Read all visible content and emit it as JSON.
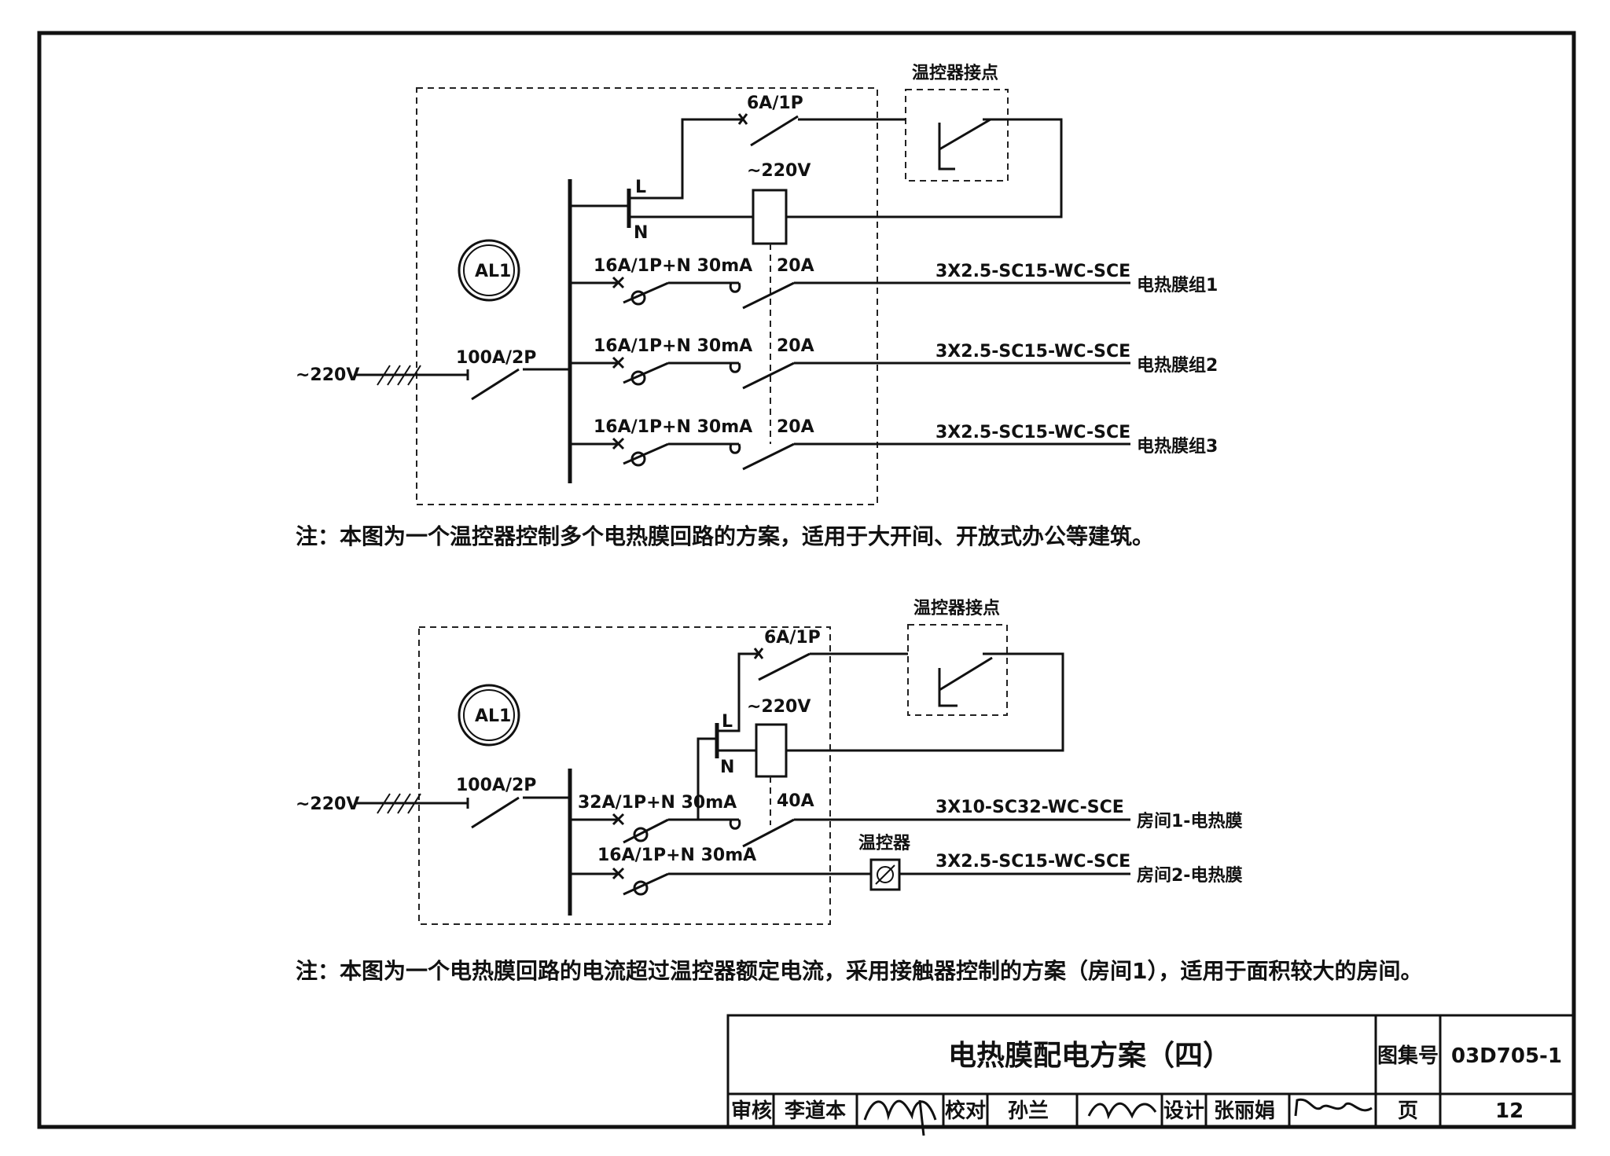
{
  "diagram1": {
    "box_ref": "AL1",
    "supply": "~220V",
    "main_breaker": "100A/2P",
    "control_breaker": "6A/1P",
    "thermostat_contact": "温控器接点",
    "phase_L": "L",
    "phase_N": "N",
    "contactor_coil": "~220V",
    "branches": [
      {
        "breaker": "16A/1P+N 30mA",
        "contactor": "20A",
        "cable": "3X2.5-SC15-WC-SCE",
        "load": "电热膜组1"
      },
      {
        "breaker": "16A/1P+N 30mA",
        "contactor": "20A",
        "cable": "3X2.5-SC15-WC-SCE",
        "load": "电热膜组2"
      },
      {
        "breaker": "16A/1P+N 30mA",
        "contactor": "20A",
        "cable": "3X2.5-SC15-WC-SCE",
        "load": "电热膜组3"
      }
    ],
    "note": "注：本图为一个温控器控制多个电热膜回路的方案，适用于大开间、开放式办公等建筑。"
  },
  "diagram2": {
    "box_ref": "AL1",
    "supply": "~220V",
    "main_breaker": "100A/2P",
    "control_breaker": "6A/1P",
    "thermostat_contact": "温控器接点",
    "phase_L": "L",
    "phase_N": "N",
    "contactor_coil": "~220V",
    "branch1": {
      "breaker": "32A/1P+N 30mA",
      "contactor": "40A",
      "cable": "3X10-SC32-WC-SCE",
      "load": "房间1-电热膜"
    },
    "branch2": {
      "breaker": "16A/1P+N 30mA",
      "thermostat": "温控器",
      "cable": "3X2.5-SC15-WC-SCE",
      "load": "房间2-电热膜"
    },
    "note": "注：本图为一个电热膜回路的电流超过温控器额定电流，采用接触器控制的方案（房间1），适用于面积较大的房间。"
  },
  "title_block": {
    "title": "电热膜配电方案（四）",
    "atlas_label": "图集号",
    "atlas_no": "03D705-1",
    "review_label": "审核",
    "reviewer": "李道本",
    "check_label": "校对",
    "checker": "孙兰",
    "design_label": "设计",
    "designer": "张丽娟",
    "page_label": "页",
    "page_no": "12"
  }
}
